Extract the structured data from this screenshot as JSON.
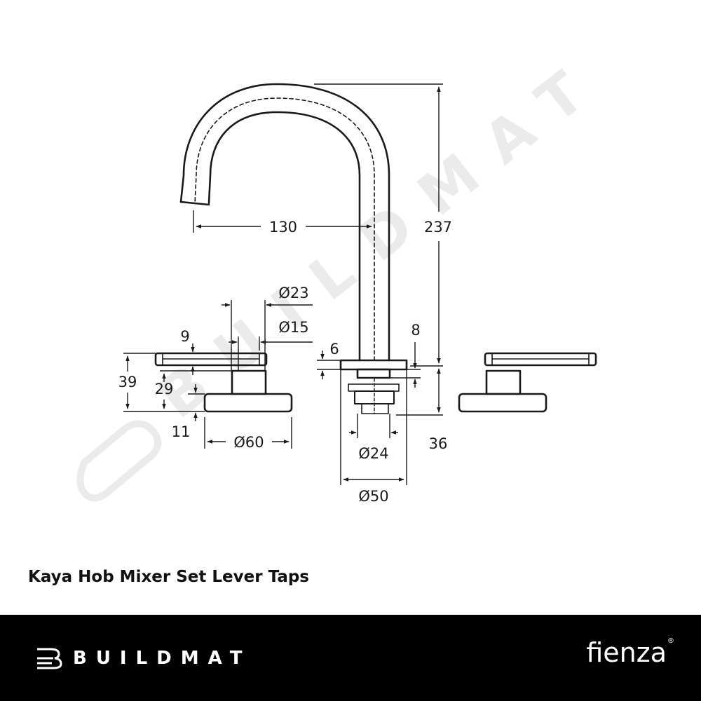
{
  "product_title": "Kaya Hob Mixer Set Lever Taps",
  "footer": {
    "brand_left": "BUILDMAT",
    "brand_right": "fienza",
    "brand_right_mark": "®",
    "background": "#000000",
    "text_color": "#ffffff"
  },
  "watermark": {
    "text": "BUILDMAT",
    "color": "#e8e8e8"
  },
  "dimensions": {
    "spout_reach": "130",
    "total_height": "237",
    "handle_diameter_outer": "Ø23",
    "handle_diameter_inner": "Ø15",
    "lever_thickness": "9",
    "handle_height": "39",
    "handle_body_height": "29",
    "handle_base_height": "11",
    "handle_base_diameter": "Ø60",
    "spout_base_thickness": "6",
    "spout_flange_thickness": "8",
    "shank_diameter": "Ø24",
    "spout_base_diameter": "Ø50",
    "shank_length": "36"
  },
  "colors": {
    "line": "#1a1a1a",
    "background": "#ffffff"
  }
}
